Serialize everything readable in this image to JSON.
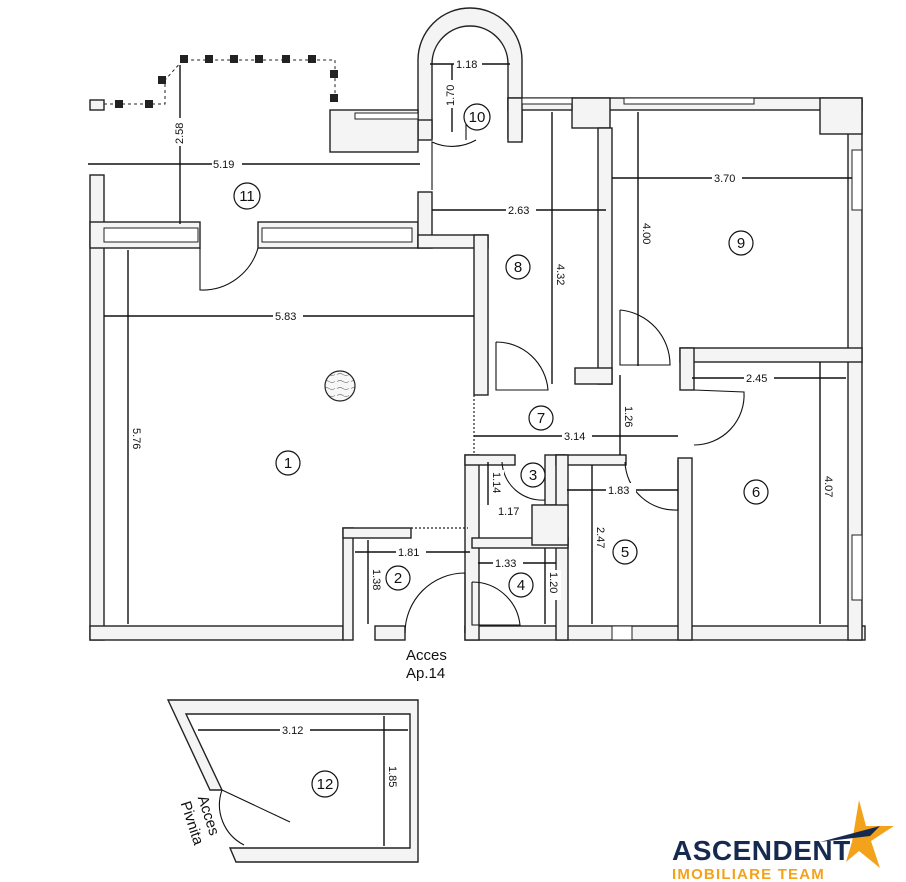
{
  "plan": {
    "rooms": [
      {
        "id": "1",
        "label": "1"
      },
      {
        "id": "2",
        "label": "2"
      },
      {
        "id": "3",
        "label": "3"
      },
      {
        "id": "4",
        "label": "4"
      },
      {
        "id": "5",
        "label": "5"
      },
      {
        "id": "6",
        "label": "6"
      },
      {
        "id": "7",
        "label": "7"
      },
      {
        "id": "8",
        "label": "8"
      },
      {
        "id": "9",
        "label": "9"
      },
      {
        "id": "10",
        "label": "10"
      },
      {
        "id": "11",
        "label": "11"
      },
      {
        "id": "12",
        "label": "12"
      }
    ],
    "dimensions": {
      "d_5_19": "5.19",
      "d_2_58": "2.58",
      "d_1_18": "1.18",
      "d_1_70": "1.70",
      "d_2_63": "2.63",
      "d_4_32": "4.32",
      "d_4_00": "4.00",
      "d_3_70": "3.70",
      "d_5_83": "5.83",
      "d_5_76": "5.76",
      "d_2_45": "2.45",
      "d_4_07": "4.07",
      "d_1_26": "1.26",
      "d_3_14": "3.14",
      "d_1_14": "1.14",
      "d_1_17": "1.17",
      "d_1_83": "1.83",
      "d_2_47": "2.47",
      "d_1_81": "1.81",
      "d_1_38": "1.38",
      "d_1_33": "1.33",
      "d_1_20": "1.20",
      "d_3_12": "3.12",
      "d_1_85": "1.85"
    },
    "access_main_line1": "Acces",
    "access_main_line2": "Ap.14",
    "access_cellar_line1": "Acces",
    "access_cellar_line2": "Pivnita"
  },
  "logo": {
    "title": "ASCENDENT",
    "subtitle": "IMOBILIARE TEAM",
    "colors": {
      "navy": "#16294f",
      "orange": "#f3a21b"
    }
  }
}
